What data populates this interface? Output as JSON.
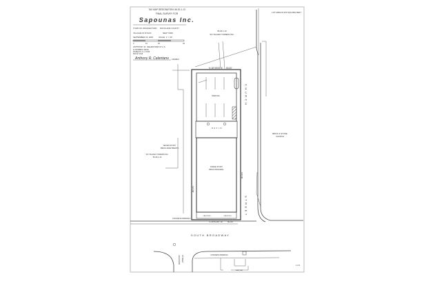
{
  "title_block": {
    "tax_map": "TAX MAP DESIGNATION: 66.20-1-13",
    "survey_label": "FINAL SURVEY FOR",
    "client": "Sapounas Inc.",
    "town": "TOWN OF ORANGETOWN",
    "county": "ROCKLAND COUNTY",
    "village": "VILLAGE OF NYACK",
    "state": "NEW YORK",
    "date": "SEPTEMBER 18, 2009",
    "scale": "SCALE: 1\" = 20'",
    "scale_ticks": [
      "0",
      "10",
      "20",
      "40"
    ],
    "surveyor": "ANTHONY R. CELENTANO P.L.S.",
    "surveyor_addr1": "31 MOWBRAY DRIVE",
    "surveyor_addr2": "KINNELON, N.J. 07405",
    "surveyor_phone": "845 627 2318",
    "signature": "Anthony R. Celentano",
    "signature_suffix": "LS#49621"
  },
  "labels": {
    "lot_area": "LOT AREA=6,200 SQUARE FEET",
    "adjacent_north_lot": "66.20-1-12",
    "adjacent_north_owner": "S/F TALMAN TOWERS INC.",
    "adjacent_west_building1": "SEVEN STORY",
    "adjacent_west_building2": "BRICK APARTMENTS",
    "adjacent_west_owner": "S/F TALMAN TOWERS INC.",
    "adjacent_west_lot": "66.20-1-12",
    "north_bearing": "N 18°49'00\" E",
    "north_distance": "50.00'",
    "parking": "PARKING",
    "patio": "PATIO",
    "building1": "THREE STORY",
    "building2": "BRICK BUILDING",
    "east_distance": "100.00'",
    "west_distance": "124.00'",
    "south_bearing": "S 18°53'46\" W",
    "south_distance": "50.00'",
    "canopy_left": "CANOPIES",
    "canopy_right": "CANOPIES",
    "sidewalk_sw": "CONCRETE SIDEWALK",
    "church1": "BRICK & STONE",
    "church2": "CHURCH",
    "church_street_top": "CHURCH",
    "church_street_bottom": "STREET",
    "south_broadway": "SOUTH BROADWAY",
    "jackson_street1": "JACKSON",
    "jackson_street2": "STREET",
    "sidewalk_south": "CONCRETE SIDEWALK",
    "walk_label": "WALK WAY",
    "page_number": "1 of 1"
  }
}
